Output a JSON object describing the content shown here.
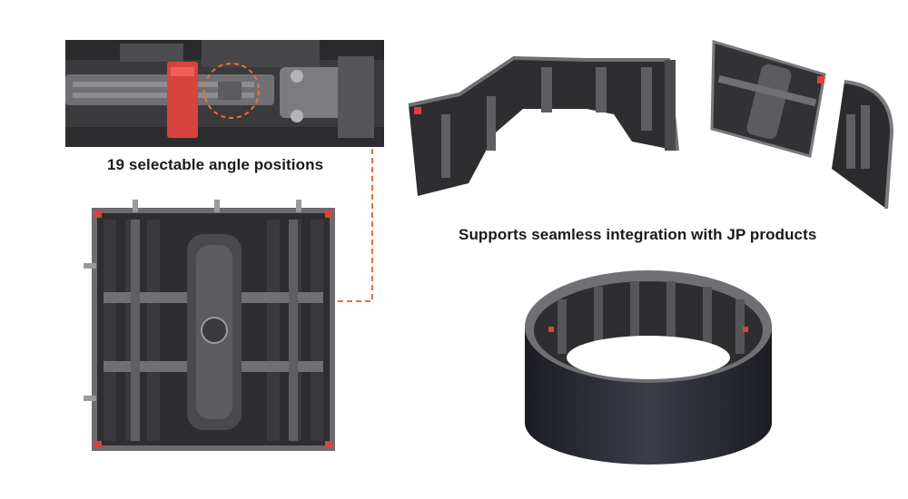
{
  "captions": {
    "angle_positions": "19 selectable angle positions",
    "integration": "Supports seamless integration with JP products"
  },
  "colors": {
    "background": "#ffffff",
    "accent_red": "#e0403a",
    "leader_line": "#e8703a",
    "panel_dark": "#2b2b2d",
    "panel_mid": "#4a4a4e",
    "metal_light": "#8e8e92"
  },
  "images": [
    "lock-closeup-photo",
    "cabinet-back-photo",
    "curved-wall-photo",
    "cabinet-angle-photo",
    "curved-panel-photo",
    "cylinder-screen-photo"
  ]
}
